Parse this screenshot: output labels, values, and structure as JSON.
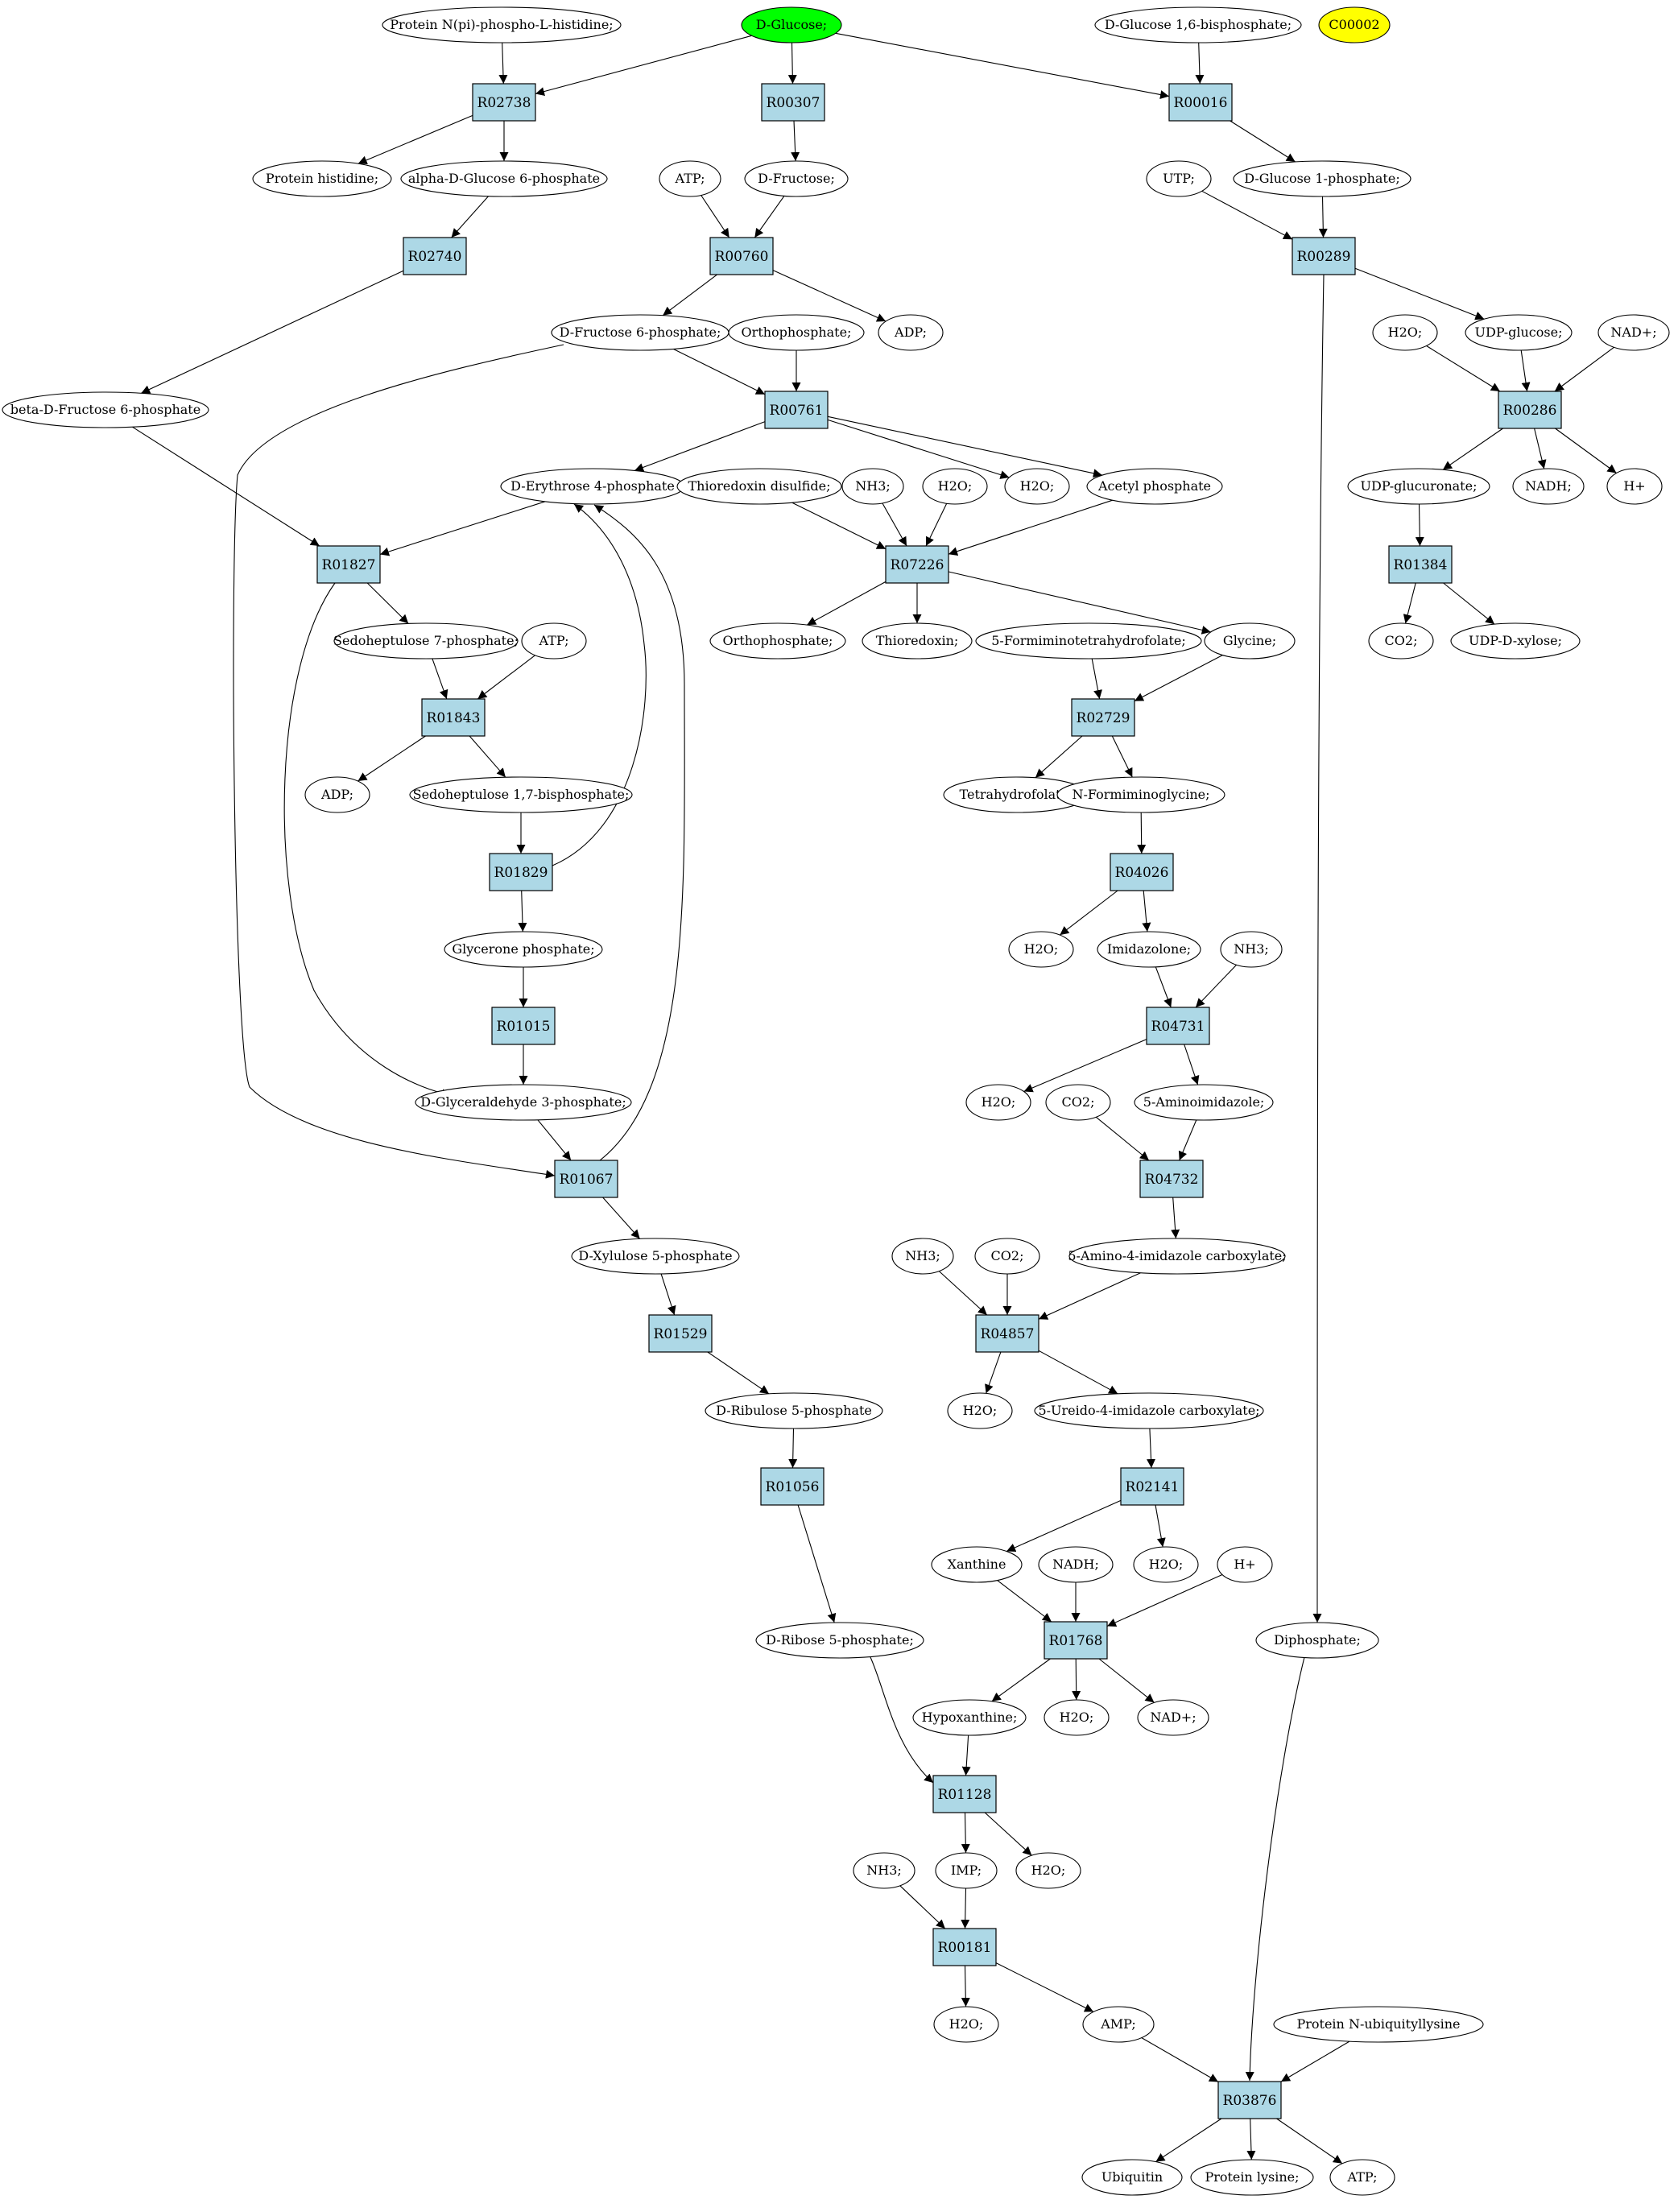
{
  "colors": {
    "reaction_fill": "#add8e6",
    "start_compound_fill": "#00ff00",
    "isolated_compound_fill": "#ffff00",
    "compound_fill": "#ffffff",
    "stroke": "#000000"
  },
  "reactions": [
    {
      "id": "r02738",
      "label": "R02738"
    },
    {
      "id": "r00307",
      "label": "R00307"
    },
    {
      "id": "r00016",
      "label": "R00016"
    },
    {
      "id": "r02740",
      "label": "R02740"
    },
    {
      "id": "r00760",
      "label": "R00760"
    },
    {
      "id": "r00289",
      "label": "R00289"
    },
    {
      "id": "r00761",
      "label": "R00761"
    },
    {
      "id": "r00286",
      "label": "R00286"
    },
    {
      "id": "r01827",
      "label": "R01827"
    },
    {
      "id": "r07226",
      "label": "R07226"
    },
    {
      "id": "r01384",
      "label": "R01384"
    },
    {
      "id": "r01843",
      "label": "R01843"
    },
    {
      "id": "r02729",
      "label": "R02729"
    },
    {
      "id": "r01829",
      "label": "R01829"
    },
    {
      "id": "r04026",
      "label": "R04026"
    },
    {
      "id": "r01015",
      "label": "R01015"
    },
    {
      "id": "r04731",
      "label": "R04731"
    },
    {
      "id": "r01067",
      "label": "R01067"
    },
    {
      "id": "r04732",
      "label": "R04732"
    },
    {
      "id": "r04857",
      "label": "R04857"
    },
    {
      "id": "r01529",
      "label": "R01529"
    },
    {
      "id": "r01056",
      "label": "R01056"
    },
    {
      "id": "r02141",
      "label": "R02141"
    },
    {
      "id": "r01768",
      "label": "R01768"
    },
    {
      "id": "r01128",
      "label": "R01128"
    },
    {
      "id": "r00181",
      "label": "R00181"
    },
    {
      "id": "r03876",
      "label": "R03876"
    }
  ],
  "compounds": [
    {
      "id": "c_protein_nphospho",
      "label": "Protein N(pi)-phospho-L-histidine;"
    },
    {
      "id": "c_dglucose",
      "label": "D-Glucose;",
      "role": "start"
    },
    {
      "id": "c_dglucose16bp",
      "label": "D-Glucose 1,6-bisphosphate;"
    },
    {
      "id": "c_c00002",
      "label": "C00002",
      "role": "isolated"
    },
    {
      "id": "c_protein_histidine",
      "label": "Protein histidine;"
    },
    {
      "id": "c_alpha_dg6p",
      "label": "alpha-D-Glucose 6-phosphate"
    },
    {
      "id": "c_atp_1",
      "label": "ATP;"
    },
    {
      "id": "c_dfructose",
      "label": "D-Fructose;"
    },
    {
      "id": "c_utp",
      "label": "UTP;"
    },
    {
      "id": "c_dg1p",
      "label": "D-Glucose 1-phosphate;"
    },
    {
      "id": "c_df6p",
      "label": "D-Fructose 6-phosphate;"
    },
    {
      "id": "c_orthophosphate_1",
      "label": "Orthophosphate;"
    },
    {
      "id": "c_adp_1",
      "label": "ADP;"
    },
    {
      "id": "c_h2o_1",
      "label": "H2O;"
    },
    {
      "id": "c_udp_glucose",
      "label": "UDP-glucose;"
    },
    {
      "id": "c_nad_1",
      "label": "NAD+;"
    },
    {
      "id": "c_beta_df6p",
      "label": "beta-D-Fructose 6-phosphate"
    },
    {
      "id": "c_de4p",
      "label": "D-Erythrose 4-phosphate"
    },
    {
      "id": "c_thioredoxin_disulfide",
      "label": "Thioredoxin disulfide;"
    },
    {
      "id": "c_nh3_1",
      "label": "NH3;"
    },
    {
      "id": "c_h2o_2",
      "label": "H2O;"
    },
    {
      "id": "c_h2o_3",
      "label": "H2O;"
    },
    {
      "id": "c_acetyl_phosphate",
      "label": "Acetyl phosphate"
    },
    {
      "id": "c_udp_glucuronate",
      "label": "UDP-glucuronate;"
    },
    {
      "id": "c_nadh_1",
      "label": "NADH;"
    },
    {
      "id": "c_hplus_1",
      "label": "H+"
    },
    {
      "id": "c_sedoheptulose7p",
      "label": "Sedoheptulose 7-phosphate;"
    },
    {
      "id": "c_atp_2",
      "label": "ATP;"
    },
    {
      "id": "c_orthophosphate_2",
      "label": "Orthophosphate;"
    },
    {
      "id": "c_thioredoxin",
      "label": "Thioredoxin;"
    },
    {
      "id": "c_formiminothf",
      "label": "5-Formiminotetrahydrofolate;"
    },
    {
      "id": "c_glycine",
      "label": "Glycine;"
    },
    {
      "id": "c_co2_1",
      "label": "CO2;"
    },
    {
      "id": "c_udp_xylose",
      "label": "UDP-D-xylose;"
    },
    {
      "id": "c_adp_2",
      "label": "ADP;"
    },
    {
      "id": "c_sedoheptulose17bp",
      "label": "Sedoheptulose 1,7-bisphosphate;"
    },
    {
      "id": "c_thf",
      "label": "Tetrahydrofolate;"
    },
    {
      "id": "c_nformiminoglycine",
      "label": "N-Formiminoglycine;"
    },
    {
      "id": "c_glycerone_phosphate",
      "label": "Glycerone phosphate;"
    },
    {
      "id": "c_h2o_4",
      "label": "H2O;"
    },
    {
      "id": "c_imidazolone",
      "label": "Imidazolone;"
    },
    {
      "id": "c_nh3_2",
      "label": "NH3;"
    },
    {
      "id": "c_h2o_5",
      "label": "H2O;"
    },
    {
      "id": "c_co2_2",
      "label": "CO2;"
    },
    {
      "id": "c_aminoimidazole",
      "label": "5-Aminoimidazole;"
    },
    {
      "id": "c_dg3p",
      "label": "D-Glyceraldehyde 3-phosphate;"
    },
    {
      "id": "c_dxylulose5p",
      "label": "D-Xylulose 5-phosphate"
    },
    {
      "id": "c_amino_imidazole_carboxylate",
      "label": "5-Amino-4-imidazole carboxylate;"
    },
    {
      "id": "c_nh3_3",
      "label": "NH3;"
    },
    {
      "id": "c_co2_3",
      "label": "CO2;"
    },
    {
      "id": "c_h2o_6",
      "label": "H2O;"
    },
    {
      "id": "c_ureido_imidazole_carboxylate",
      "label": "5-Ureido-4-imidazole carboxylate;"
    },
    {
      "id": "c_dribulose5p",
      "label": "D-Ribulose 5-phosphate"
    },
    {
      "id": "c_xanthine",
      "label": "Xanthine"
    },
    {
      "id": "c_nadh_2",
      "label": "NADH;"
    },
    {
      "id": "c_h2o_7",
      "label": "H2O;"
    },
    {
      "id": "c_hplus_2",
      "label": "H+"
    },
    {
      "id": "c_dribose5p",
      "label": "D-Ribose 5-phosphate;"
    },
    {
      "id": "c_diphosphate",
      "label": "Diphosphate;"
    },
    {
      "id": "c_hypoxanthine",
      "label": "Hypoxanthine;"
    },
    {
      "id": "c_h2o_8",
      "label": "H2O;"
    },
    {
      "id": "c_nad_2",
      "label": "NAD+;"
    },
    {
      "id": "c_nh3_4",
      "label": "NH3;"
    },
    {
      "id": "c_imp",
      "label": "IMP;"
    },
    {
      "id": "c_h2o_9",
      "label": "H2O;"
    },
    {
      "id": "c_h2o_10",
      "label": "H2O;"
    },
    {
      "id": "c_amp",
      "label": "AMP;"
    },
    {
      "id": "c_protein_nubiquityllysine",
      "label": "Protein N-ubiquityllysine"
    },
    {
      "id": "c_ubiquitin",
      "label": "Ubiquitin"
    },
    {
      "id": "c_protein_lysine",
      "label": "Protein lysine;"
    },
    {
      "id": "c_atp_3",
      "label": "ATP;"
    }
  ]
}
